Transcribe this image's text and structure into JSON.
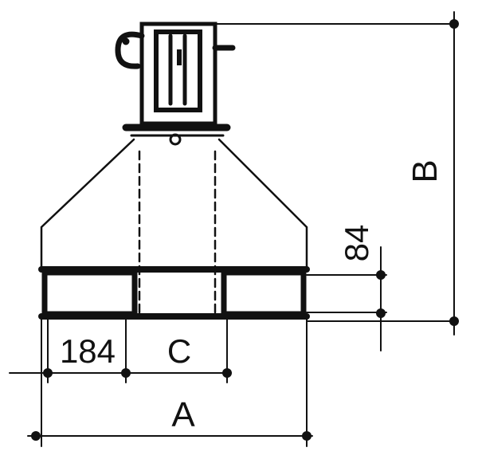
{
  "drawing": {
    "labels": {
      "dim_a": "A",
      "dim_b": "B",
      "dim_c": "C",
      "dim_184": "184",
      "dim_84": "84"
    },
    "colors": {
      "ink": "#111111",
      "background": "#ffffff"
    }
  }
}
